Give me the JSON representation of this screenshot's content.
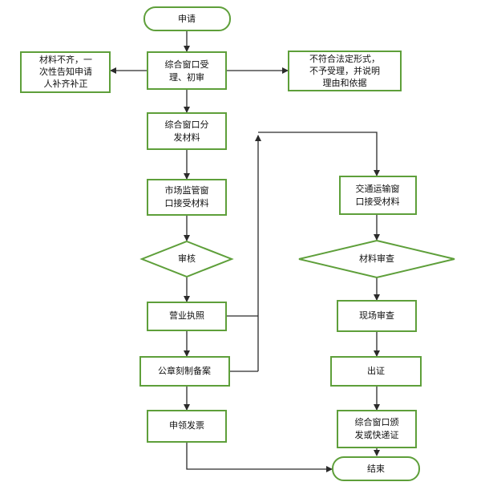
{
  "colors": {
    "node_border": "#5e9f3a",
    "node_fill": "#ffffff",
    "arrow": "#2b2b2b",
    "text": "#111111"
  },
  "nodes": {
    "start": "申请",
    "accept": [
      "综合窗口受",
      "理、初审"
    ],
    "supplement": [
      "材料不齐，一",
      "次性告知申请",
      "人补齐补正"
    ],
    "reject": [
      "不符合法定形式，",
      "不予受理，并说明",
      "理由和依据"
    ],
    "distribute": [
      "综合窗口分",
      "发材料"
    ],
    "market_window": [
      "市场监管窗",
      "口接受材料"
    ],
    "review": "审核",
    "business_license": "营业执照",
    "seal_filing": "公章刻制备案",
    "invoice": "申领发票",
    "transport_window": [
      "交通运输窗",
      "口接受材料"
    ],
    "material_review": "材料审查",
    "site_review": "现场审查",
    "certificate": "出证",
    "issue": [
      "综合窗口颁",
      "发或快递证"
    ],
    "end": "结束"
  }
}
